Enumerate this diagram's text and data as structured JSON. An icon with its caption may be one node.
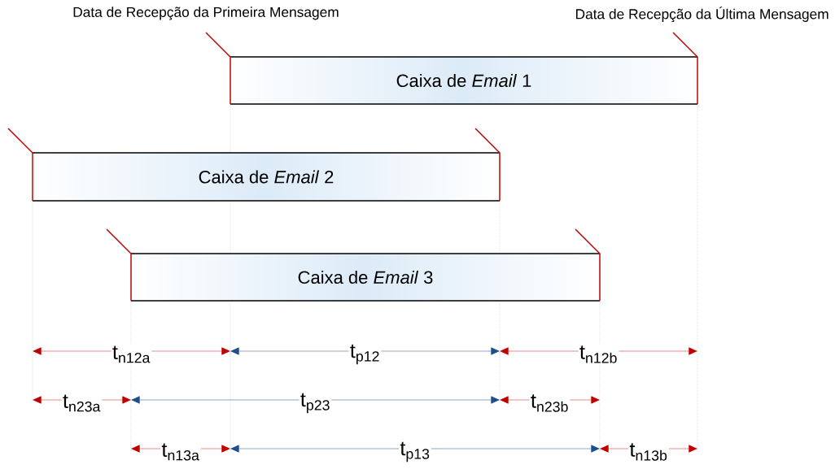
{
  "diagram": {
    "nodes": [
      {
        "text": [
          "Caixa de *Email* 1"
        ]
      },
      {
        "text": [
          "Caixa de *Email* 2"
        ]
      },
      {
        "text": [
          "Caixa de *Email* 3"
        ]
      }
    ],
    "labels": [
      "Data de Recepção da Primeira Mensagem",
      "Data de Recepção da Última Mensagem",
      "t$_{n12a}$",
      "t$_{p12}$",
      "t$_{n12b}$",
      "t$_{n23a}$",
      "t$_{p23}$",
      "t$_{n23b}$",
      "t$_{n13a}$",
      "t$_{p13}$",
      "t$_{n13b}$"
    ]
  }
}
